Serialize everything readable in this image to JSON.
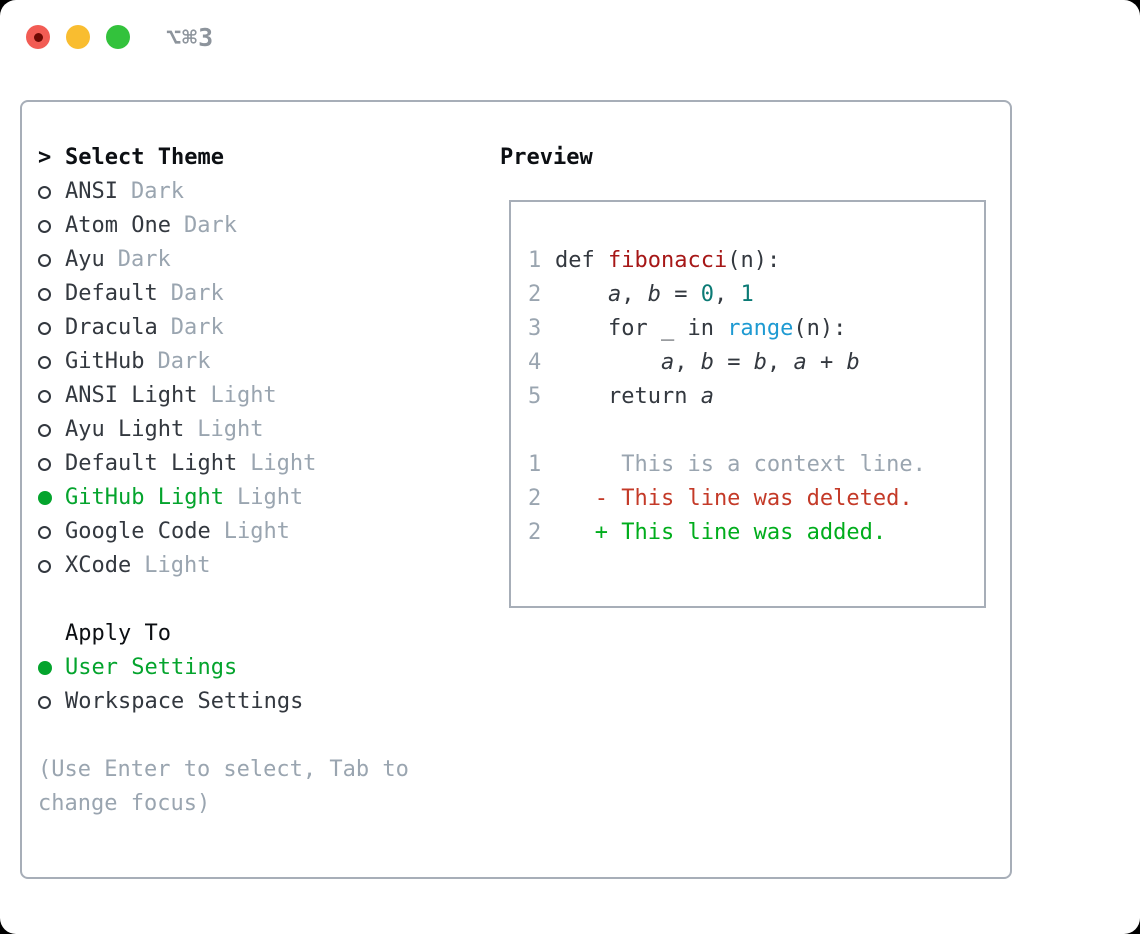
{
  "colors": {
    "green": "#04a42d",
    "text": "#33383f",
    "heading": "#0c0f13",
    "muted": "#9aa5b0",
    "border": "#a7aeb8",
    "func": "#a61717",
    "numlit": "#0b7a75",
    "builtin": "#1e9ad2",
    "deleted": "#c43a28",
    "added": "#00ad1c",
    "titlebar_text": "#8d949c",
    "tl_red": "#f25c54",
    "tl_red_dot": "#6e0a04",
    "tl_yellow": "#f9bd30",
    "tl_green": "#33c23c"
  },
  "window": {
    "shortcut_label": "⌥⌘3",
    "traffic_lights": [
      "close",
      "minimize",
      "zoom"
    ]
  },
  "theme_panel": {
    "prompt": ">",
    "title": "Select Theme",
    "themes": [
      {
        "name": "ANSI",
        "variant": "Dark",
        "selected": false
      },
      {
        "name": "Atom One",
        "variant": "Dark",
        "selected": false
      },
      {
        "name": "Ayu",
        "variant": "Dark",
        "selected": false
      },
      {
        "name": "Default",
        "variant": "Dark",
        "selected": false
      },
      {
        "name": "Dracula",
        "variant": "Dark",
        "selected": false
      },
      {
        "name": "GitHub",
        "variant": "Dark",
        "selected": false
      },
      {
        "name": "ANSI Light",
        "variant": "Light",
        "selected": false
      },
      {
        "name": "Ayu Light",
        "variant": "Light",
        "selected": false
      },
      {
        "name": "Default Light",
        "variant": "Light",
        "selected": false
      },
      {
        "name": "GitHub Light",
        "variant": "Light",
        "selected": true
      },
      {
        "name": "Google Code",
        "variant": "Light",
        "selected": false
      },
      {
        "name": "XCode",
        "variant": "Light",
        "selected": false
      }
    ],
    "apply_to": {
      "title": "Apply To",
      "options": [
        {
          "name": "User Settings",
          "selected": true
        },
        {
          "name": "Workspace Settings",
          "selected": false
        }
      ]
    },
    "hint_lines": [
      "(Use Enter to select, Tab to",
      "change focus)"
    ]
  },
  "preview": {
    "title": "Preview",
    "code_lines": [
      {
        "num": "1",
        "segments": [
          {
            "t": "def ",
            "c": "code"
          },
          {
            "t": "fibonacci",
            "c": "func"
          },
          {
            "t": "(n):",
            "c": "code"
          }
        ]
      },
      {
        "num": "2",
        "segments": [
          {
            "t": "    ",
            "c": "code"
          },
          {
            "t": "a",
            "c": "var"
          },
          {
            "t": ", ",
            "c": "code"
          },
          {
            "t": "b",
            "c": "var"
          },
          {
            "t": " = ",
            "c": "code"
          },
          {
            "t": "0",
            "c": "num"
          },
          {
            "t": ", ",
            "c": "code"
          },
          {
            "t": "1",
            "c": "num"
          }
        ]
      },
      {
        "num": "3",
        "segments": [
          {
            "t": "    for _ in ",
            "c": "code"
          },
          {
            "t": "range",
            "c": "builtin"
          },
          {
            "t": "(n):",
            "c": "code"
          }
        ]
      },
      {
        "num": "4",
        "segments": [
          {
            "t": "        ",
            "c": "code"
          },
          {
            "t": "a",
            "c": "var"
          },
          {
            "t": ", ",
            "c": "code"
          },
          {
            "t": "b",
            "c": "var"
          },
          {
            "t": " = ",
            "c": "code"
          },
          {
            "t": "b",
            "c": "var"
          },
          {
            "t": ", ",
            "c": "code"
          },
          {
            "t": "a",
            "c": "var"
          },
          {
            "t": " + ",
            "c": "code"
          },
          {
            "t": "b",
            "c": "var"
          }
        ]
      },
      {
        "num": "5",
        "segments": [
          {
            "t": "    return ",
            "c": "code"
          },
          {
            "t": "a",
            "c": "var"
          }
        ]
      },
      {
        "num": "",
        "segments": []
      },
      {
        "num": "1",
        "segments": [
          {
            "t": "     This is a context line.",
            "c": "context"
          }
        ]
      },
      {
        "num": "2",
        "segments": [
          {
            "t": "   - This line was deleted.",
            "c": "deleted"
          }
        ]
      },
      {
        "num": "2",
        "segments": [
          {
            "t": "   + This line was added.",
            "c": "added"
          }
        ]
      }
    ]
  }
}
